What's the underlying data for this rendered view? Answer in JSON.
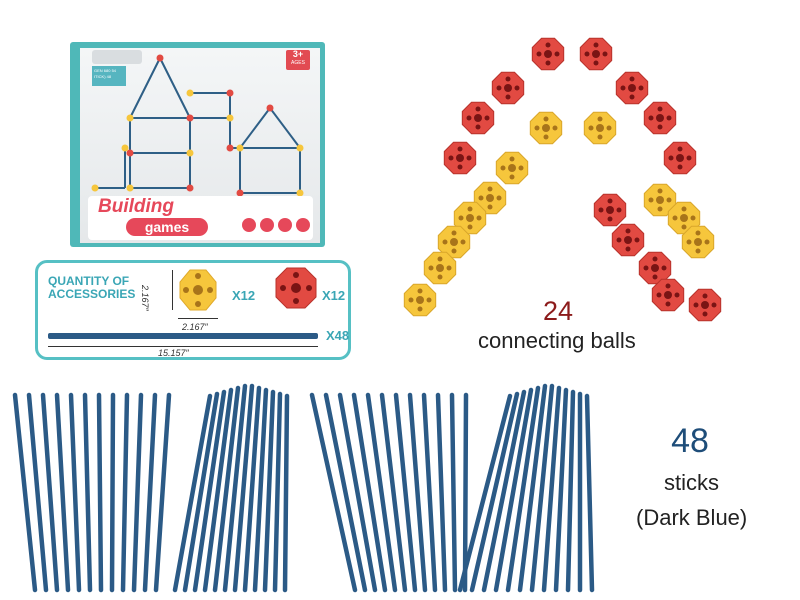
{
  "box": {
    "age": "3+",
    "age_sub": "AGES",
    "info_lines": [
      "GEN 680 54",
      "ITICK) 48"
    ],
    "logo_line1": "Building",
    "logo_line2": "games"
  },
  "accessories": {
    "title_line1": "QUANTITY OF",
    "title_line2": "ACCESSORIES",
    "yellow_qty": "X12",
    "red_qty": "X12",
    "stick_qty": "X48",
    "ball_height_label": "2.167″",
    "ball_width_label": "2.167″",
    "stick_length_label": "15.157″"
  },
  "balls_caption": {
    "count": "24",
    "label": "connecting balls"
  },
  "sticks_caption": {
    "count": "48",
    "label": "sticks",
    "color": "(Dark Blue)"
  },
  "colors": {
    "yellow": "#f6c63c",
    "red": "#e24a42",
    "stick": "#2b5a86",
    "teal": "#56c0c4"
  }
}
